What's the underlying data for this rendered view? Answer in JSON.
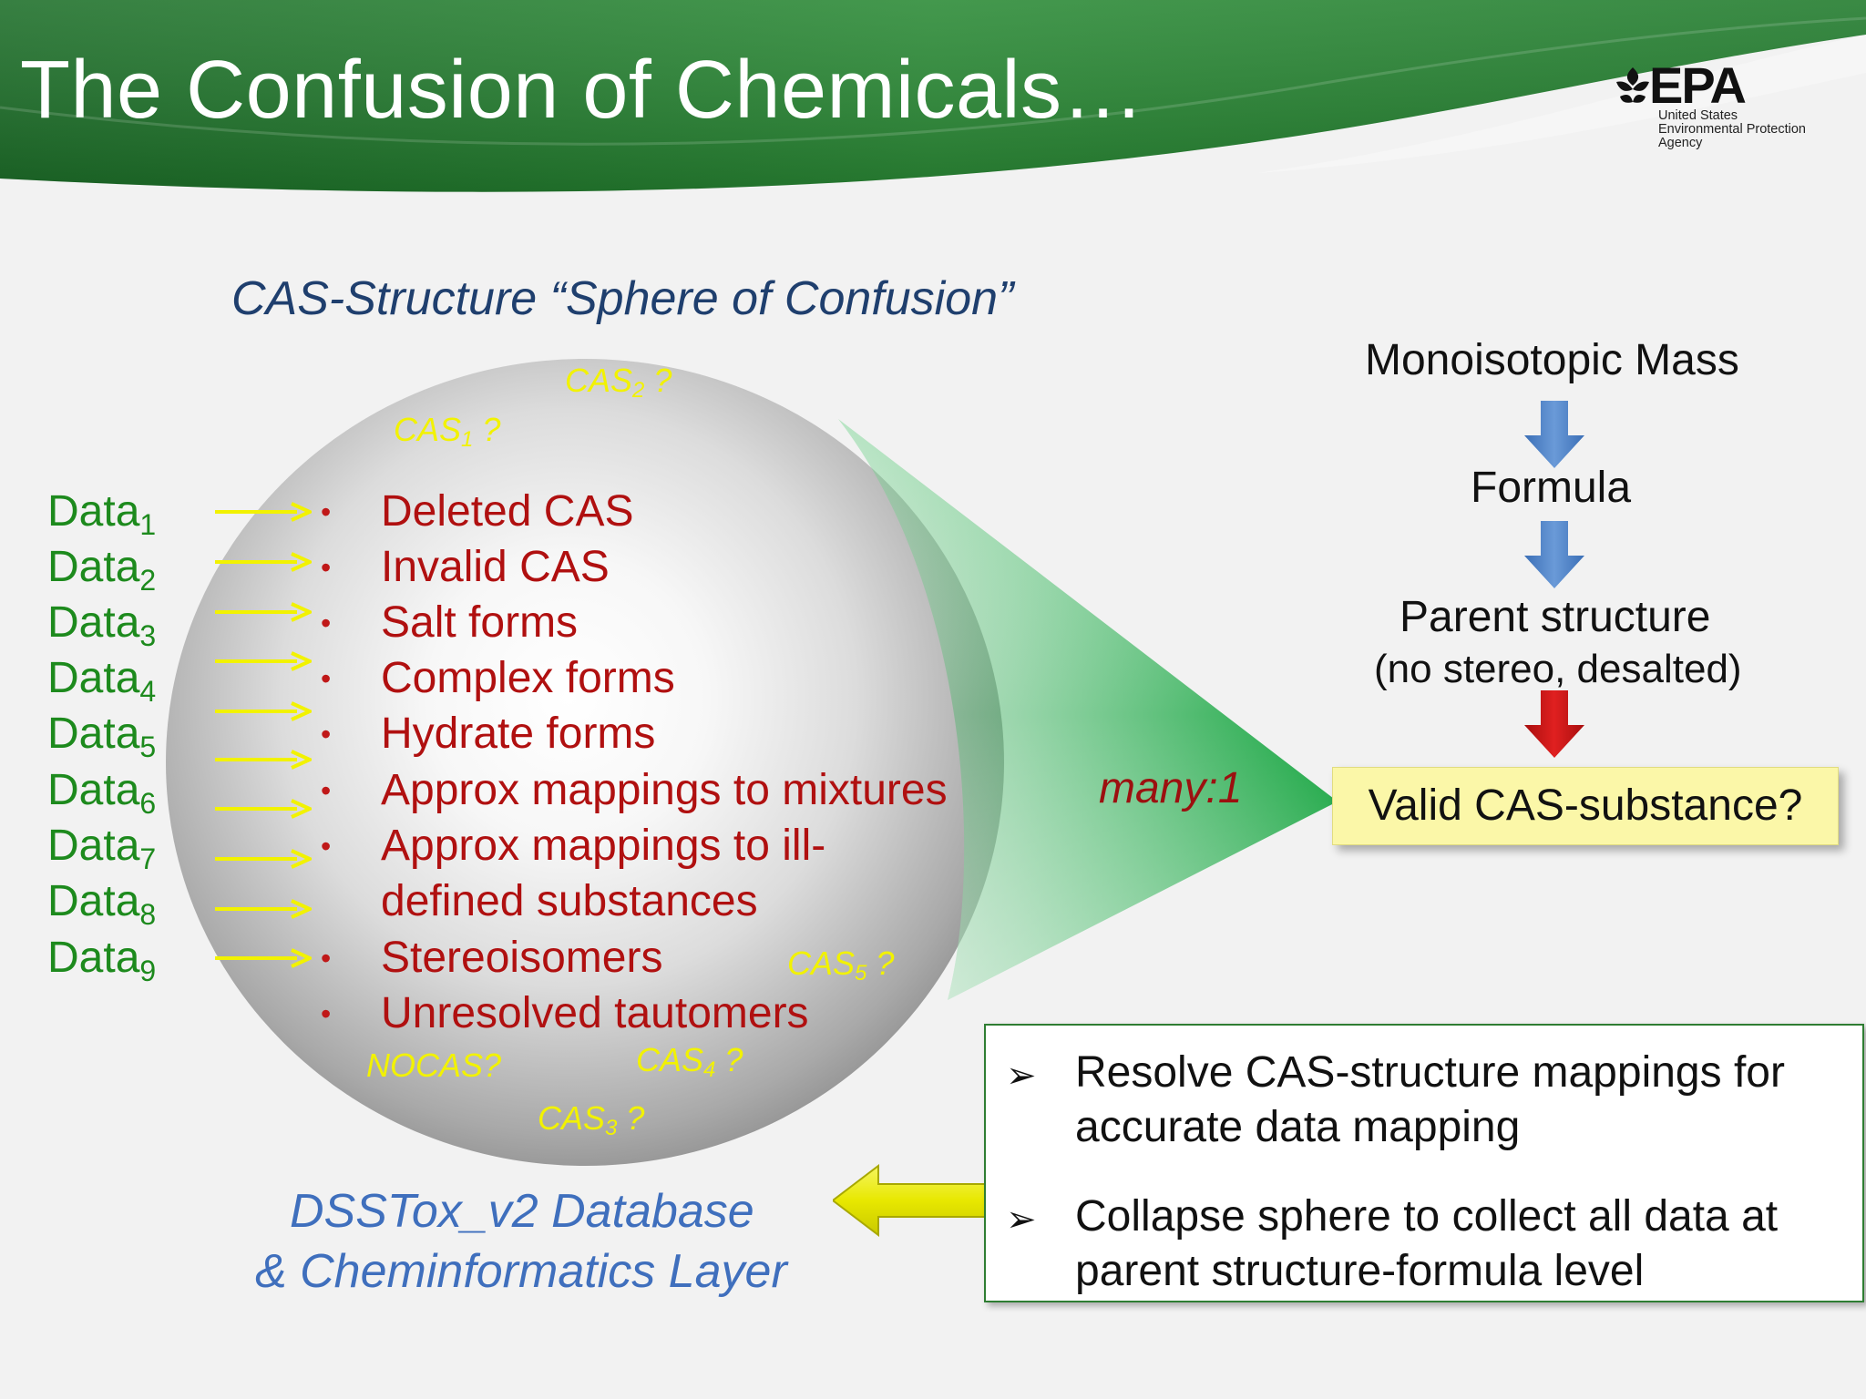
{
  "slide": {
    "title": "The Confusion of Chemicals…",
    "colors": {
      "header_green": "#1f7a2b",
      "data_green": "#1d8a1d",
      "item_red": "#b01010",
      "cas_yellow": "#f2f200",
      "title_blue": "#1f3f6e",
      "link_blue": "#3f6fbd"
    }
  },
  "logo": {
    "icon": "epa-flower-icon",
    "wordmark": "EPA",
    "lines": [
      "United States",
      "Environmental Protection",
      "Agency"
    ]
  },
  "sphere": {
    "title": "CAS-Structure “Sphere of Confusion”",
    "data_inputs": [
      {
        "label": "Data",
        "index": "1"
      },
      {
        "label": "Data",
        "index": "2"
      },
      {
        "label": "Data",
        "index": "3"
      },
      {
        "label": "Data",
        "index": "4"
      },
      {
        "label": "Data",
        "index": "5"
      },
      {
        "label": "Data",
        "index": "6"
      },
      {
        "label": "Data",
        "index": "7"
      },
      {
        "label": "Data",
        "index": "8"
      },
      {
        "label": "Data",
        "index": "9"
      }
    ],
    "bullet_symbol": "•",
    "items": [
      "Deleted CAS",
      "Invalid CAS",
      "Salt forms",
      "Complex forms",
      "Hydrate forms",
      "Approx mappings to mixtures",
      "Approx mappings to ill-",
      "defined substances",
      "Stereoisomers",
      "Unresolved tautomers"
    ],
    "cas_labels": [
      {
        "text": "CAS",
        "sub": "2",
        "suffix": " ?"
      },
      {
        "text": "CAS",
        "sub": "1",
        "suffix": " ?"
      },
      {
        "text": "CAS",
        "sub": "5",
        "suffix": " ?"
      },
      {
        "text": "CAS",
        "sub": "4",
        "suffix": " ?"
      },
      {
        "text": "CAS",
        "sub": "3",
        "suffix": " ?"
      }
    ],
    "nocas_label": "NOCAS?"
  },
  "funnel": {
    "label": "many:1"
  },
  "hierarchy": {
    "steps": [
      "Monoisotopic Mass",
      "Formula",
      "Parent structure",
      "(no stereo, desalted)"
    ],
    "result": "Valid CAS-substance?"
  },
  "database": {
    "line1": "DSSTox_v2 Database",
    "line2": "& Cheminformatics Layer"
  },
  "notes": {
    "bullet_symbol": "➢",
    "lines": [
      "Resolve CAS-structure mappings for",
      "accurate data mapping",
      "Collapse sphere to collect all data at",
      "parent structure-formula level"
    ]
  }
}
